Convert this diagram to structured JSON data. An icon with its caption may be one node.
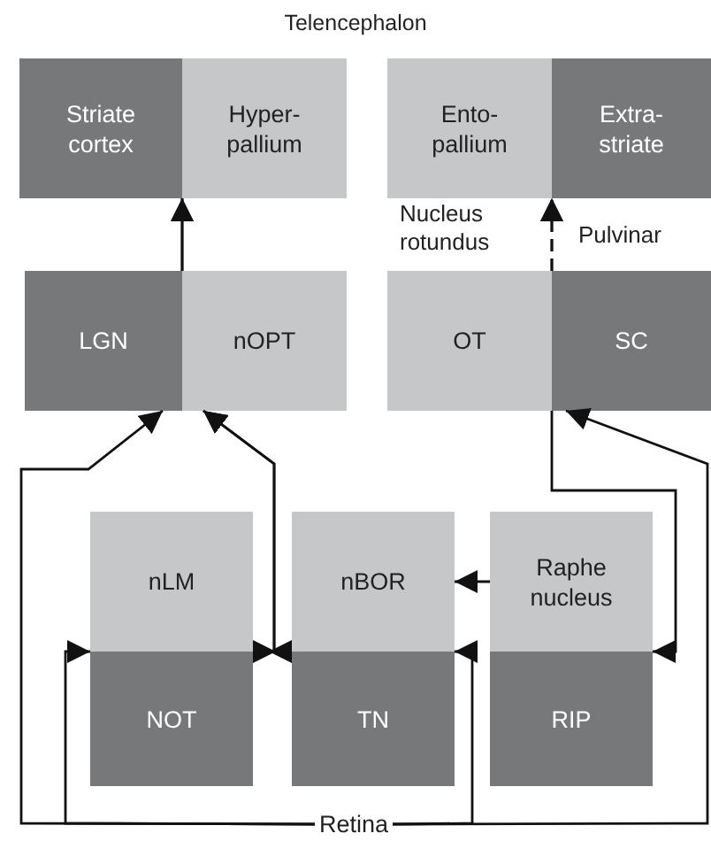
{
  "diagram": {
    "title": "Telencephalon",
    "nodes": [
      {
        "text": [
          "Striate cortex"
        ]
      },
      {
        "text": [
          "Hyper- pallium"
        ]
      },
      {
        "text": [
          "Ento- pallium"
        ]
      },
      {
        "text": [
          "Extra- striate"
        ]
      },
      {
        "text": [
          "LGN"
        ]
      },
      {
        "text": [
          "nOPT"
        ]
      },
      {
        "text": [
          "OT"
        ]
      },
      {
        "text": [
          "SC"
        ]
      },
      {
        "text": [
          "nLM"
        ]
      },
      {
        "text": [
          "nBOR"
        ]
      },
      {
        "text": [
          "Raphe nucleus"
        ]
      },
      {
        "text": [
          "NOT"
        ]
      },
      {
        "text": [
          "TN"
        ]
      },
      {
        "text": [
          "RIP"
        ]
      },
      {
        "text": [
          "Retina"
        ]
      }
    ],
    "edges": [
      {
        "from": 4,
        "to": 0,
        "arrow": "to"
      },
      {
        "from": 5,
        "to": 1,
        "arrow": "to"
      },
      {
        "from": 6,
        "to": 2,
        "arrow": "to",
        "style": "dashed",
        "label": "Nucleus rotundus"
      },
      {
        "from": 7,
        "to": 3,
        "arrow": "to",
        "style": "dashed",
        "label": "Pulvinar"
      },
      {
        "from": 14,
        "to": 4,
        "arrow": "to"
      },
      {
        "from": 8,
        "to": 5,
        "arrow": "to"
      },
      {
        "from": 9,
        "to": 5,
        "arrow": "to"
      },
      {
        "from": 14,
        "to": 11,
        "arrow": "to"
      },
      {
        "from": 14,
        "to": 12,
        "arrow": "to"
      },
      {
        "from": 14,
        "to": 7,
        "arrow": "to"
      },
      {
        "from": 7,
        "to": 13,
        "arrow": "to"
      },
      {
        "from": 10,
        "to": 9,
        "arrow": "to"
      }
    ]
  }
}
